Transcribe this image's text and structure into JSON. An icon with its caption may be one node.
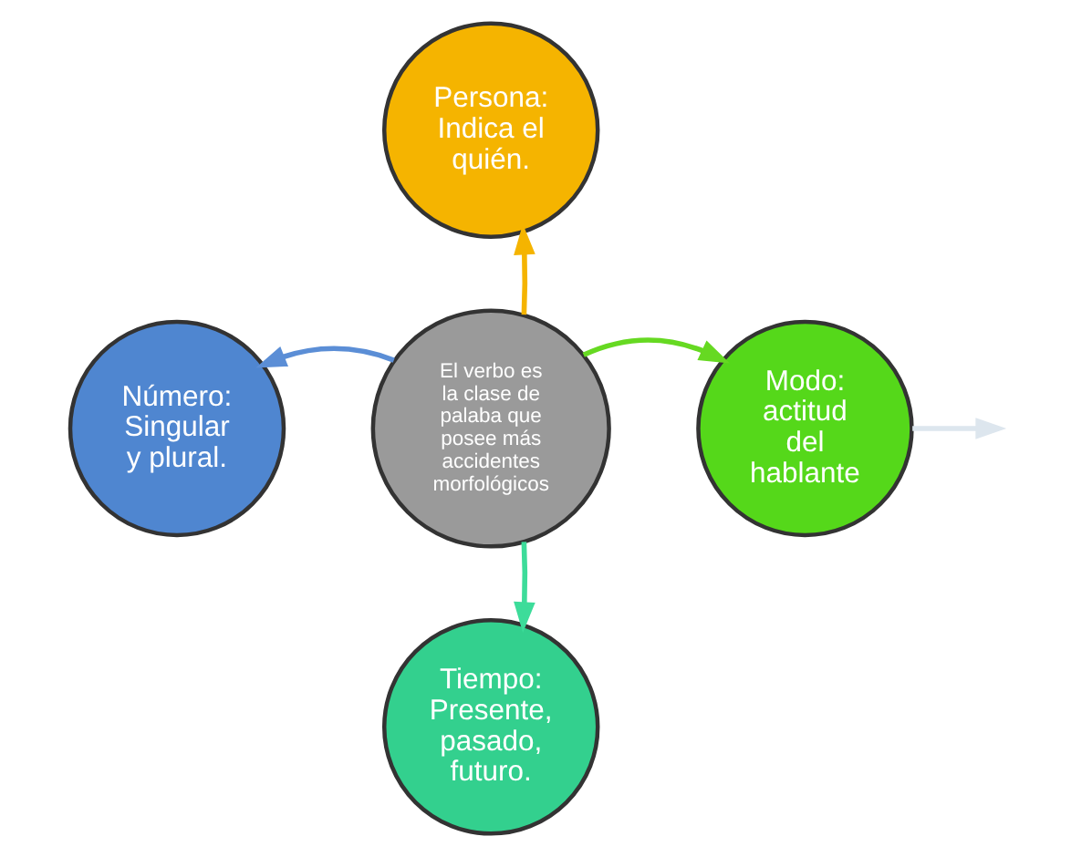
{
  "diagram": {
    "nodes": [
      {
        "text": [
          "Persona: Indica el quién."
        ]
      },
      {
        "text": [
          "Número: Singular y plural."
        ]
      },
      {
        "text": [
          "El verbo es la clase de palaba que posee más accidentes morfológicos"
        ]
      },
      {
        "text": [
          "Modo: actitud del hablante"
        ]
      },
      {
        "text": [
          "Tiempo: Presente, pasado, futuro."
        ]
      }
    ],
    "edges": [
      {
        "from": 2,
        "to": 0,
        "arrow": "to",
        "color": "#f5b400"
      },
      {
        "from": 2,
        "to": 1,
        "arrow": "to",
        "color": "#5b8ed6"
      },
      {
        "from": 2,
        "to": 3,
        "arrow": "to",
        "color": "#66d922"
      },
      {
        "from": 2,
        "to": 4,
        "arrow": "to",
        "color": "#3ddc9a"
      },
      {
        "from": 3,
        "to": null,
        "arrow": "to",
        "color": "#dde6ee"
      }
    ]
  }
}
